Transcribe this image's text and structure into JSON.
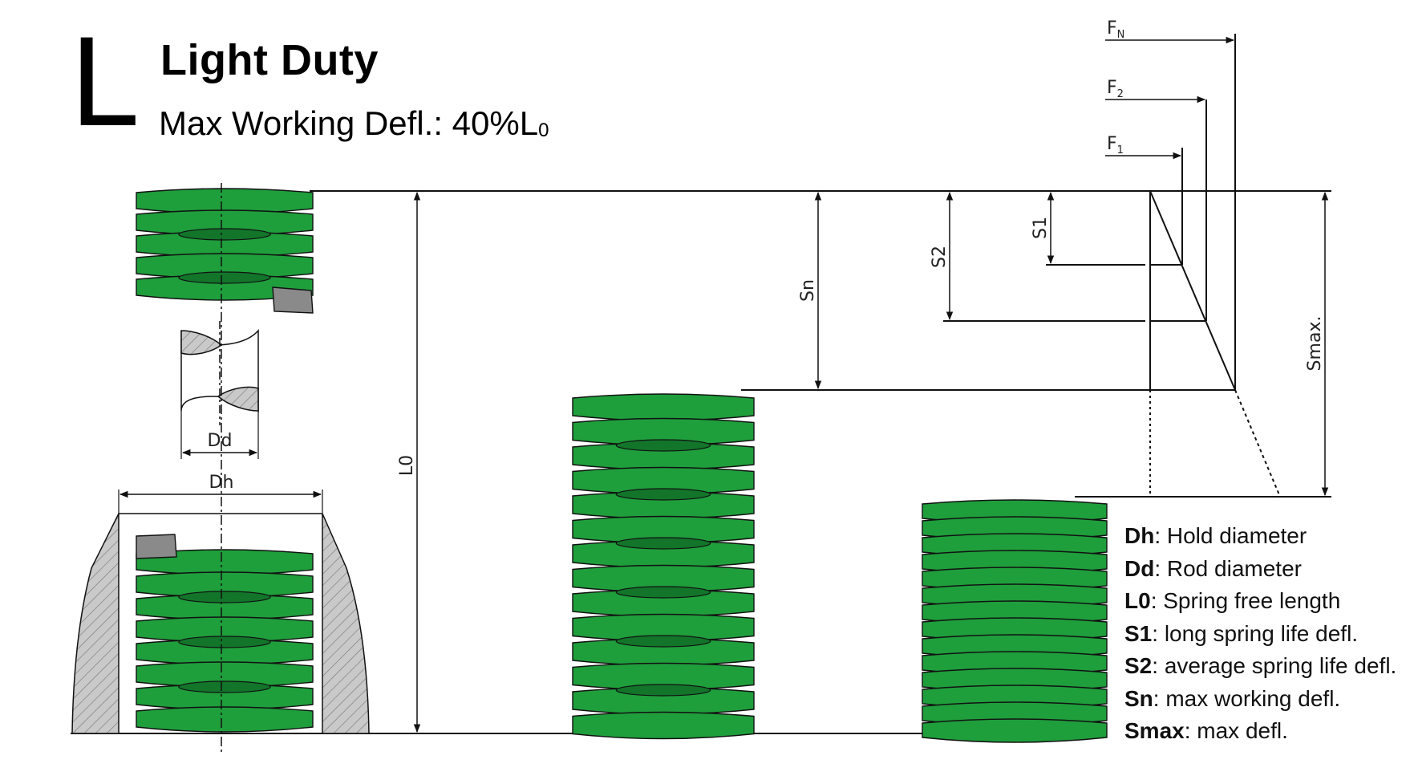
{
  "header": {
    "series_letter": "L",
    "title": "Light Duty",
    "subtitle_text": "Max Working Defl.: 40%L",
    "subtitle_sub": "0"
  },
  "labels": {
    "dd": "Dd",
    "dh": "Dh",
    "l0": "L0",
    "sn": "Sn",
    "s1": "S1",
    "s2": "S2",
    "smax": "Smax.",
    "f1": "F",
    "f1_sub": "1",
    "f2": "F",
    "f2_sub": "2",
    "fn": "F",
    "fn_sub": "N"
  },
  "legend": [
    {
      "key": "Dh",
      "text": "Hold diameter"
    },
    {
      "key": "Dd",
      "text": "Rod diameter"
    },
    {
      "key": "L0",
      "text": "Spring free length"
    },
    {
      "key": "S1",
      "text": "long spring life defl."
    },
    {
      "key": "S2",
      "text": "average spring life defl."
    },
    {
      "key": "Sn",
      "text": "max working defl."
    },
    {
      "key": "Smax",
      "text": "max defl."
    }
  ],
  "colors": {
    "spring_green": "#1f9e3c",
    "spring_dark": "#12752a",
    "steel_gray": "#8c8c8c",
    "hatch_gray": "#bdbdbd",
    "line": "#111111"
  }
}
